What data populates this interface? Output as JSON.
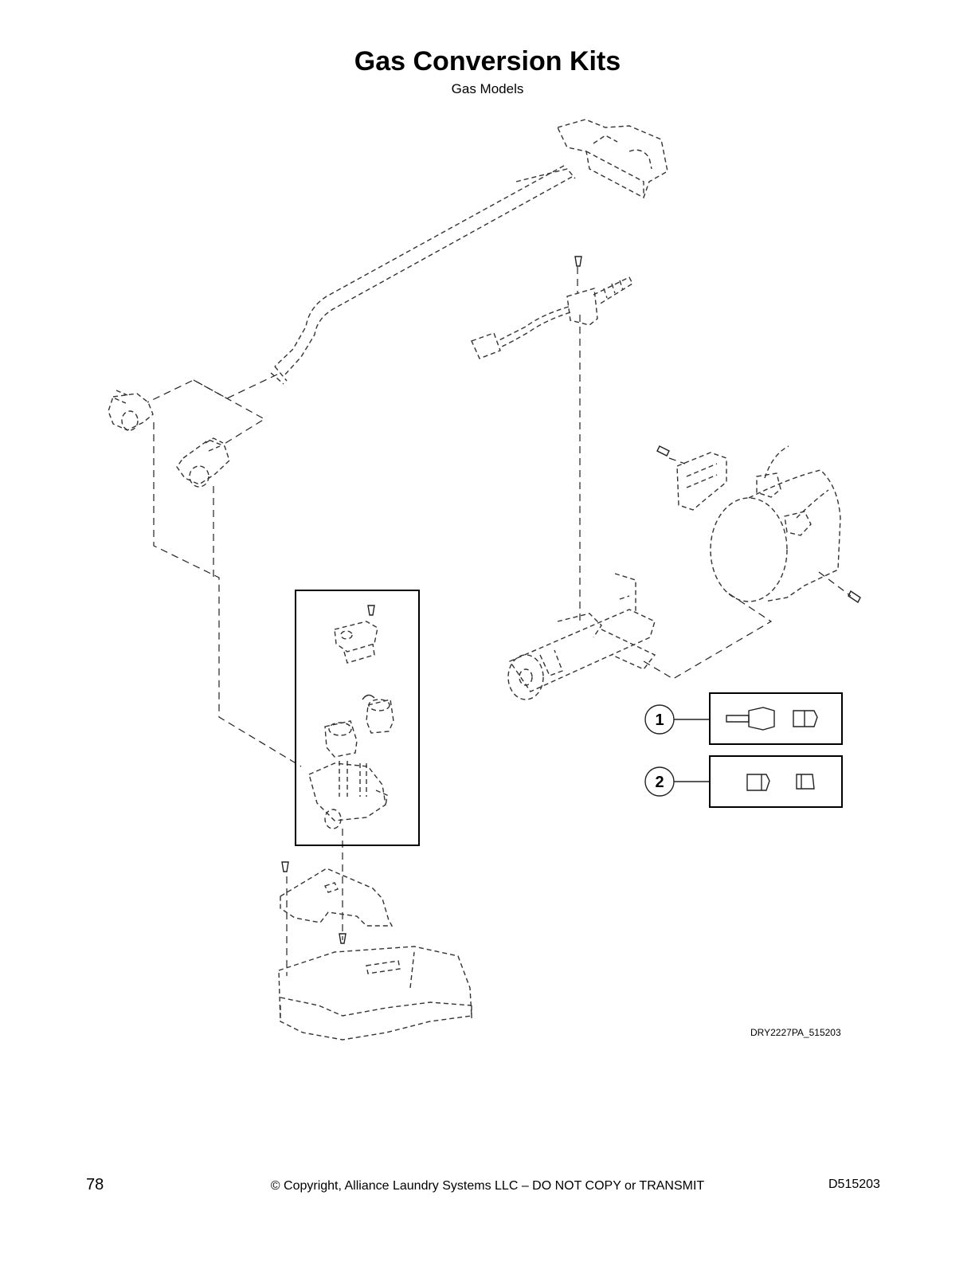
{
  "header": {
    "title": "Gas Conversion Kits",
    "subtitle": "Gas Models"
  },
  "figure": {
    "drawing_code": "DRY2227PA_515203",
    "callouts": [
      {
        "number": "1"
      },
      {
        "number": "2"
      }
    ]
  },
  "footer": {
    "page_number": "78",
    "copyright": "© Copyright, Alliance Laundry Systems LLC – DO NOT COPY or TRANSMIT",
    "document_id": "D515203"
  }
}
